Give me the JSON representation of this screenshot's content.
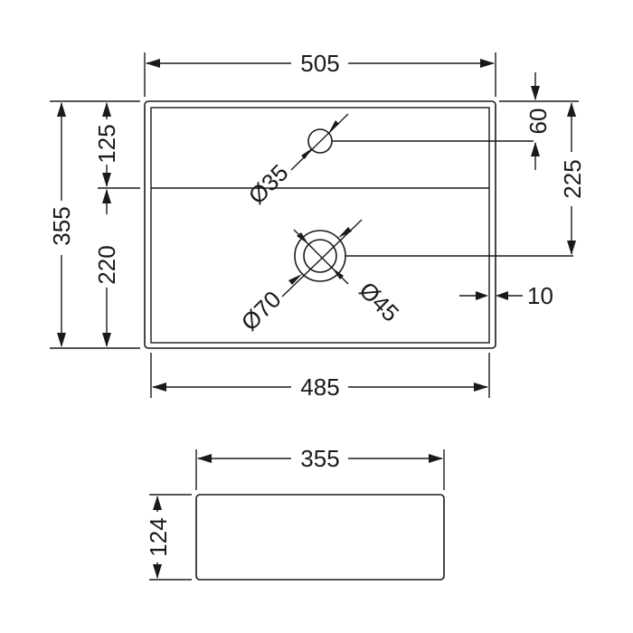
{
  "plan_view": {
    "overall_width": "505",
    "inner_width": "485",
    "overall_depth": "355",
    "tap_hole_offset": "125",
    "waste_offset": "220",
    "tap_hole_from_back": "60",
    "waste_from_back": "225",
    "rim_thickness": "10",
    "tap_hole_diameter": "Ø35",
    "waste_outer_diameter": "Ø70",
    "waste_inner_diameter": "Ø45"
  },
  "side_view": {
    "width": "355",
    "height": "124"
  }
}
